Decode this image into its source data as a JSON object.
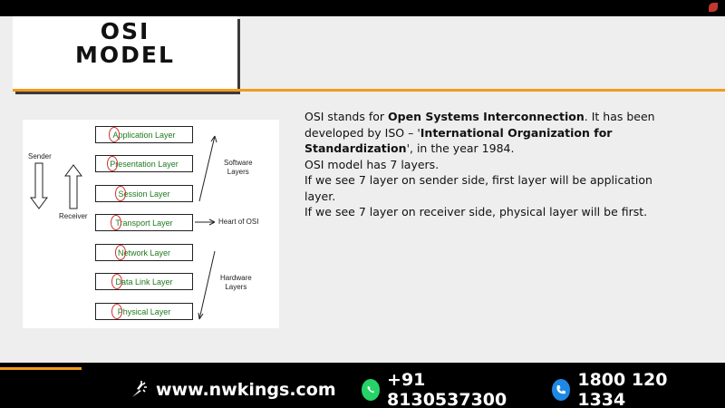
{
  "title": {
    "line1": "OSI",
    "line2": "MODEL"
  },
  "diagram": {
    "layers": [
      "Application Layer",
      "Presentation Layer",
      "Session Layer",
      "Transport Layer",
      "Network Layer",
      "Data Link Layer",
      "Physical Layer"
    ],
    "sender_label": "Sender",
    "receiver_label": "Receiver",
    "software_label_1": "Software",
    "software_label_2": "Layers",
    "heart_label": "Heart of OSI",
    "hardware_label_1": "Hardware",
    "hardware_label_2": "Layers"
  },
  "description": {
    "p1_a": "OSI stands for ",
    "p1_b": "Open Systems Interconnection",
    "p1_c": ". It has been developed by ISO – '",
    "p1_d": "International Organization for Standardization",
    "p1_e": "', in the year 1984.",
    "p2": "OSI model has 7 layers.",
    "p3": "If we see 7 layer on sender side, first layer will be application layer.",
    "p4": "If we see 7 layer on receiver side, physical layer will be first."
  },
  "footer": {
    "website": "www.nwkings.com",
    "whatsapp": "+91 8130537300",
    "phone": "1800 120 1334"
  },
  "colors": {
    "accent": "#f39a1c",
    "layer_text": "#1f7a1f",
    "circle": "#d32f2f",
    "whatsapp": "#25d366",
    "phone": "#1e88e5"
  }
}
